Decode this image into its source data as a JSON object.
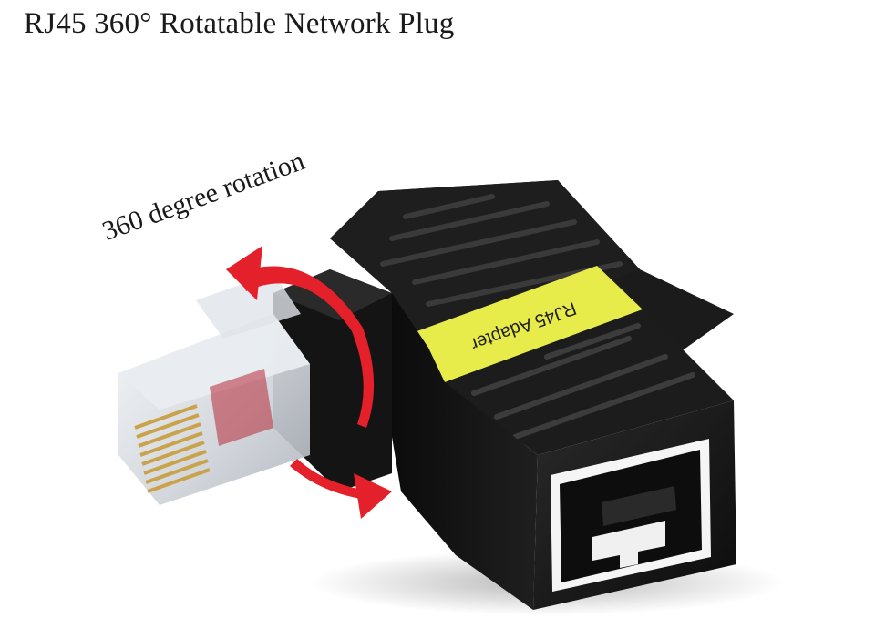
{
  "title": "RJ45 360° Rotatable Network Plug",
  "rotation_label": "360 degree rotation",
  "adapter_label": "RJ45 Adapter",
  "colors": {
    "body": "#161616",
    "label": "#e8ec4a",
    "arrow": "#e4202a",
    "plug": "#d9dde2",
    "contacts": "#c9a24a"
  }
}
